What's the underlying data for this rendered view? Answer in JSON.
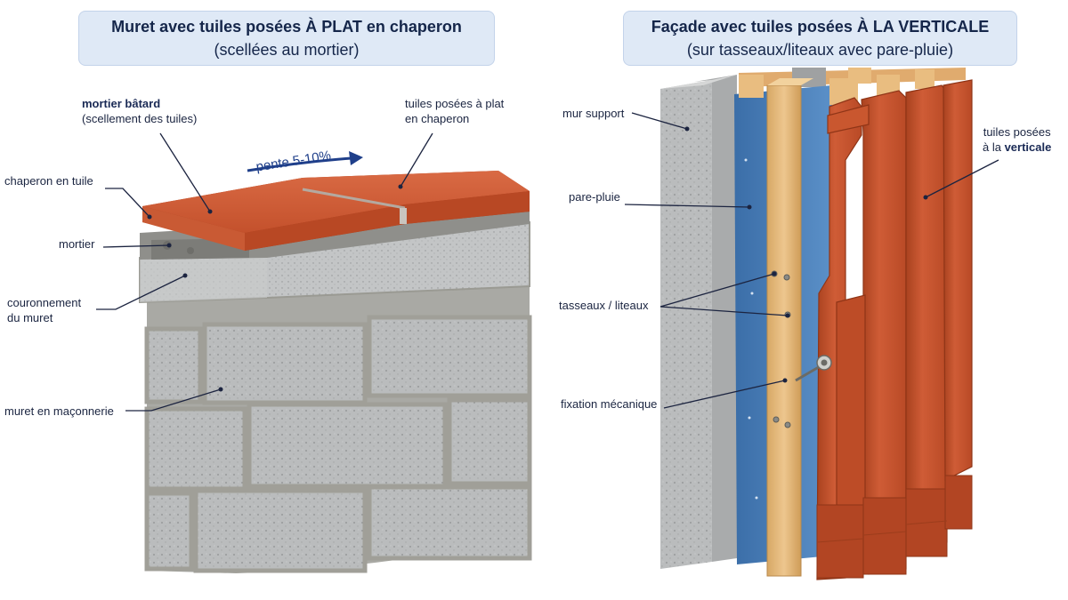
{
  "left_panel": {
    "title": "Muret avec tuiles posées À PLAT en chaperon",
    "subtitle": "(scellées au mortier)",
    "slope_label": "pente 5-10%",
    "labels": {
      "mortier_batard_bold": "mortier bâtard",
      "mortier_batard_sub": "(scellement des tuiles)",
      "tuiles_plat_1": "tuiles posées à plat",
      "tuiles_plat_2": "en chaperon",
      "chaperon": "chaperon en tuile",
      "mortier": "mortier",
      "couronnement_1": "couronnement",
      "couronnement_2": "du muret",
      "muret": "muret en maçonnerie"
    }
  },
  "right_panel": {
    "title": "Façade avec tuiles posées À LA VERTICALE",
    "subtitle": "(sur tasseaux/liteaux avec pare-pluie)",
    "labels": {
      "mur_support": "mur support",
      "pare_pluie": "pare-pluie",
      "tasseaux": "tasseaux / liteaux",
      "fixation": "fixation mécanique",
      "tuiles_vert_1": "tuiles posées",
      "tuiles_vert_2a": "à la ",
      "tuiles_vert_2b": "verticale"
    }
  },
  "colors": {
    "tile": "#c8522e",
    "tile_dark": "#9e3a1e",
    "concrete": "#b9bbbc",
    "mortar": "#9c9c98",
    "membrane": "#4a7fb8",
    "batten": "#e2b678",
    "title_bg": "#dfe9f6",
    "arrow": "#1f3f8a"
  }
}
